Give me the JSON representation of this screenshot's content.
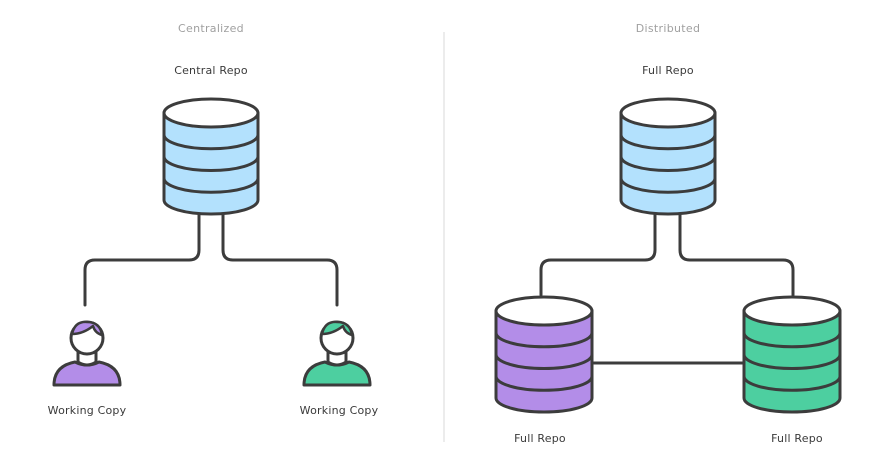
{
  "colors": {
    "stroke": "#3c3c3c",
    "central_fill": "#b3e1fd",
    "purple_fill": "#b38de8",
    "green_fill": "#4dcfa0",
    "top_fill": "#ffffff",
    "divider": "#e6e6e6"
  },
  "centralized": {
    "title": "Centralized",
    "repo_label": "Central Repo",
    "users": [
      {
        "label": "Working Copy",
        "color": "purple"
      },
      {
        "label": "Working Copy",
        "color": "green"
      }
    ]
  },
  "distributed": {
    "title": "Distributed",
    "top_repo_label": "Full Repo",
    "left_repo_label": "Full Repo",
    "right_repo_label": "Full Repo"
  }
}
